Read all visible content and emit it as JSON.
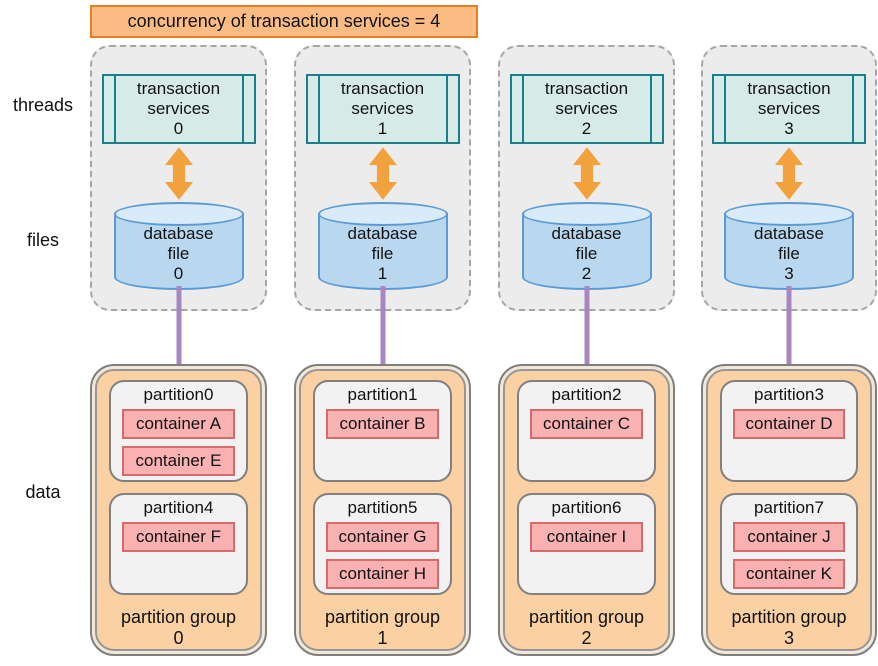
{
  "banner": {
    "text": "concurrency of transaction services = 4"
  },
  "row_labels": {
    "threads": "threads",
    "files": "files",
    "data": "data"
  },
  "columns": [
    {
      "service_name": "transaction services",
      "service_index": "0",
      "file_name": "database file",
      "file_index": "0",
      "group_label": "partition group",
      "group_index": "0",
      "partitions": [
        {
          "name": "partition0",
          "containers": [
            "container A",
            "container E"
          ]
        },
        {
          "name": "partition4",
          "containers": [
            "container F"
          ]
        }
      ]
    },
    {
      "service_name": "transaction services",
      "service_index": "1",
      "file_name": "database file",
      "file_index": "1",
      "group_label": "partition group",
      "group_index": "1",
      "partitions": [
        {
          "name": "partition1",
          "containers": [
            "container B"
          ]
        },
        {
          "name": "partition5",
          "containers": [
            "container G",
            "container H"
          ]
        }
      ]
    },
    {
      "service_name": "transaction services",
      "service_index": "2",
      "file_name": "database file",
      "file_index": "2",
      "group_label": "partition group",
      "group_index": "2",
      "partitions": [
        {
          "name": "partition2",
          "containers": [
            "container C"
          ]
        },
        {
          "name": "partition6",
          "containers": [
            "container I"
          ]
        }
      ]
    },
    {
      "service_name": "transaction services",
      "service_index": "3",
      "file_name": "database file",
      "file_index": "3",
      "group_label": "partition group",
      "group_index": "3",
      "partitions": [
        {
          "name": "partition3",
          "containers": [
            "container D"
          ]
        },
        {
          "name": "partition7",
          "containers": [
            "container J",
            "container K"
          ]
        }
      ]
    }
  ],
  "colors": {
    "banner_fill": "#fbbc84",
    "banner_border": "#e87e22",
    "service_fill": "#d6ebe7",
    "service_border": "#17808a",
    "arrow": "#f2a23c",
    "cylinder_fill": "#b9d8ef",
    "cylinder_top": "#d9eaf8",
    "cylinder_border": "#5b9bd5",
    "connector": "#a886c2",
    "group_fill": "#fbd0a2",
    "group_border": "#7f7f7f",
    "partition_fill": "#f2f2f2",
    "container_fill": "#f9b1b1",
    "container_border": "#d96a6a",
    "column_fill": "#ececec",
    "column_border": "#a6a6a6"
  }
}
